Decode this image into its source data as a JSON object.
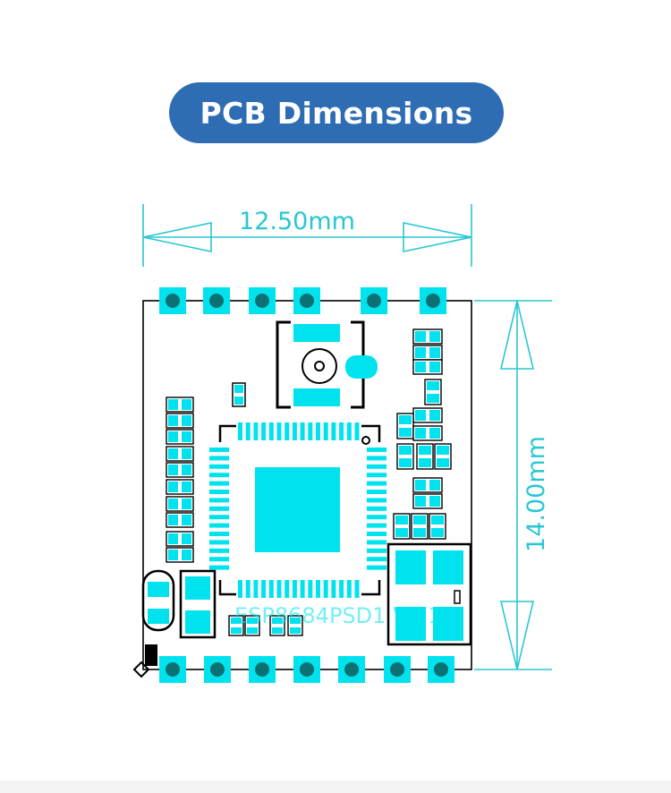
{
  "header": {
    "title": "PCB Dimensions"
  },
  "dimensions": {
    "width_label": "12.50mm",
    "height_label": "14.00mm"
  },
  "board": {
    "silkscreen_label": "ESP8684PSD1 V1.1"
  },
  "colors": {
    "title_bg": "#2e6db4",
    "title_text": "#ffffff",
    "dimension": "#28c7d3",
    "pad": "#00e3ee",
    "pad_hole": "#0c7173",
    "outline": "#000000"
  }
}
